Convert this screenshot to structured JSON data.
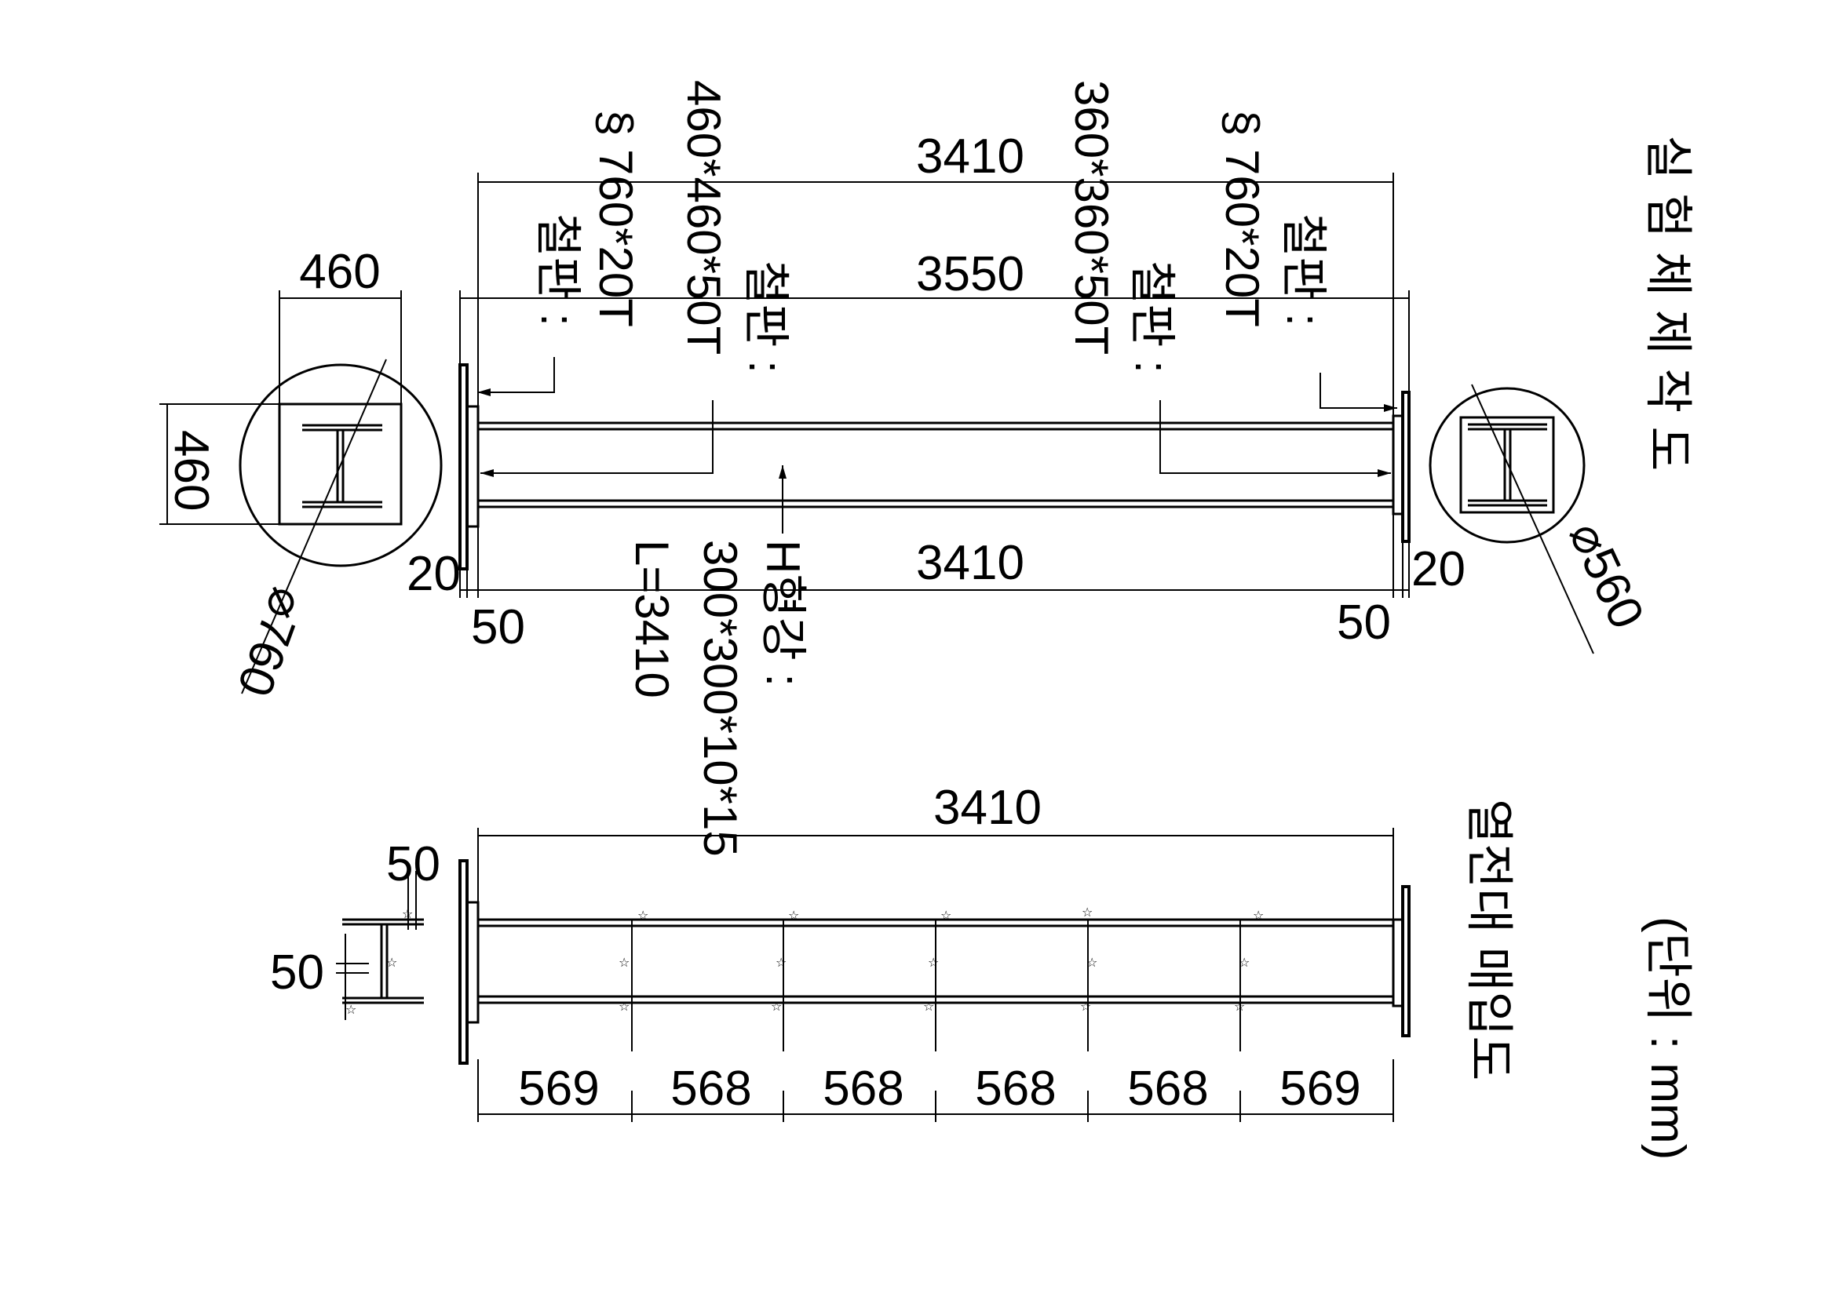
{
  "titles": {
    "fabrication": "실 험 체  제 작 도",
    "unit": "(단위 : mm)",
    "thermocouple": "열전대 매입도"
  },
  "labels": {
    "plate_left_top_name": "철판 :",
    "plate_left_top_spec": "§ 760*20T",
    "plate_left_inner_name": "철판 :",
    "plate_left_inner_spec": "460*460*50T",
    "plate_right_inner_name": "철판 :",
    "plate_right_inner_spec": "360*360*50T",
    "plate_right_top_name": "철판 :",
    "plate_right_top_spec": "§ 760*20T",
    "hbeam_name": "H형강 :",
    "hbeam_spec": "300*300*10*15",
    "hbeam_length": "L=3410"
  },
  "dimensions": {
    "top_3410": "3410",
    "top_3550": "3550",
    "mid_3410": "3410",
    "left_20": "20",
    "right_20": "20",
    "left_50": "50",
    "right_50": "50",
    "sec_w_460": "460",
    "sec_h_460": "460",
    "phi_760": "⌀760",
    "phi_560": "⌀560",
    "bottom_3410": "3410",
    "bottom_50_top": "50",
    "bottom_50_side": "50",
    "seg": [
      "569",
      "568",
      "568",
      "568",
      "568",
      "569"
    ]
  },
  "marks": {
    "thermocouple_symbol": "☆"
  },
  "colors": {
    "line": "#000000",
    "background": "#ffffff"
  }
}
